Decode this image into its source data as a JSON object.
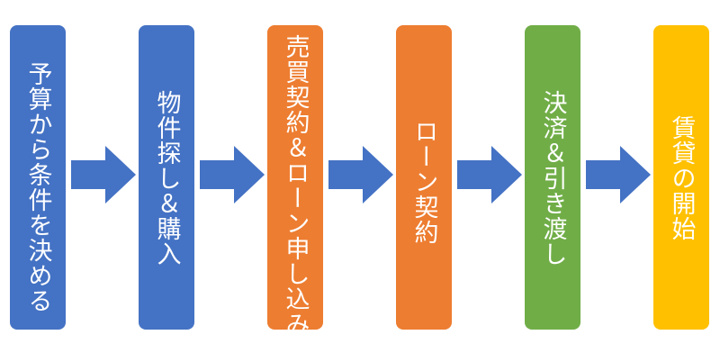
{
  "diagram": {
    "type": "process-flow",
    "steps": [
      {
        "label": "予算から条件を決める",
        "color": "#4472C4"
      },
      {
        "label": "物件探し＆購入",
        "color": "#4472C4"
      },
      {
        "label": "売買契約＆ローン申し込み",
        "color": "#ED7D31"
      },
      {
        "label": "ローン契約",
        "color": "#ED7D31"
      },
      {
        "label": "決済＆引き渡し",
        "color": "#70AD47"
      },
      {
        "label": "賃貸の開始",
        "color": "#FFC000"
      }
    ],
    "arrow_color": "#4472C4"
  }
}
